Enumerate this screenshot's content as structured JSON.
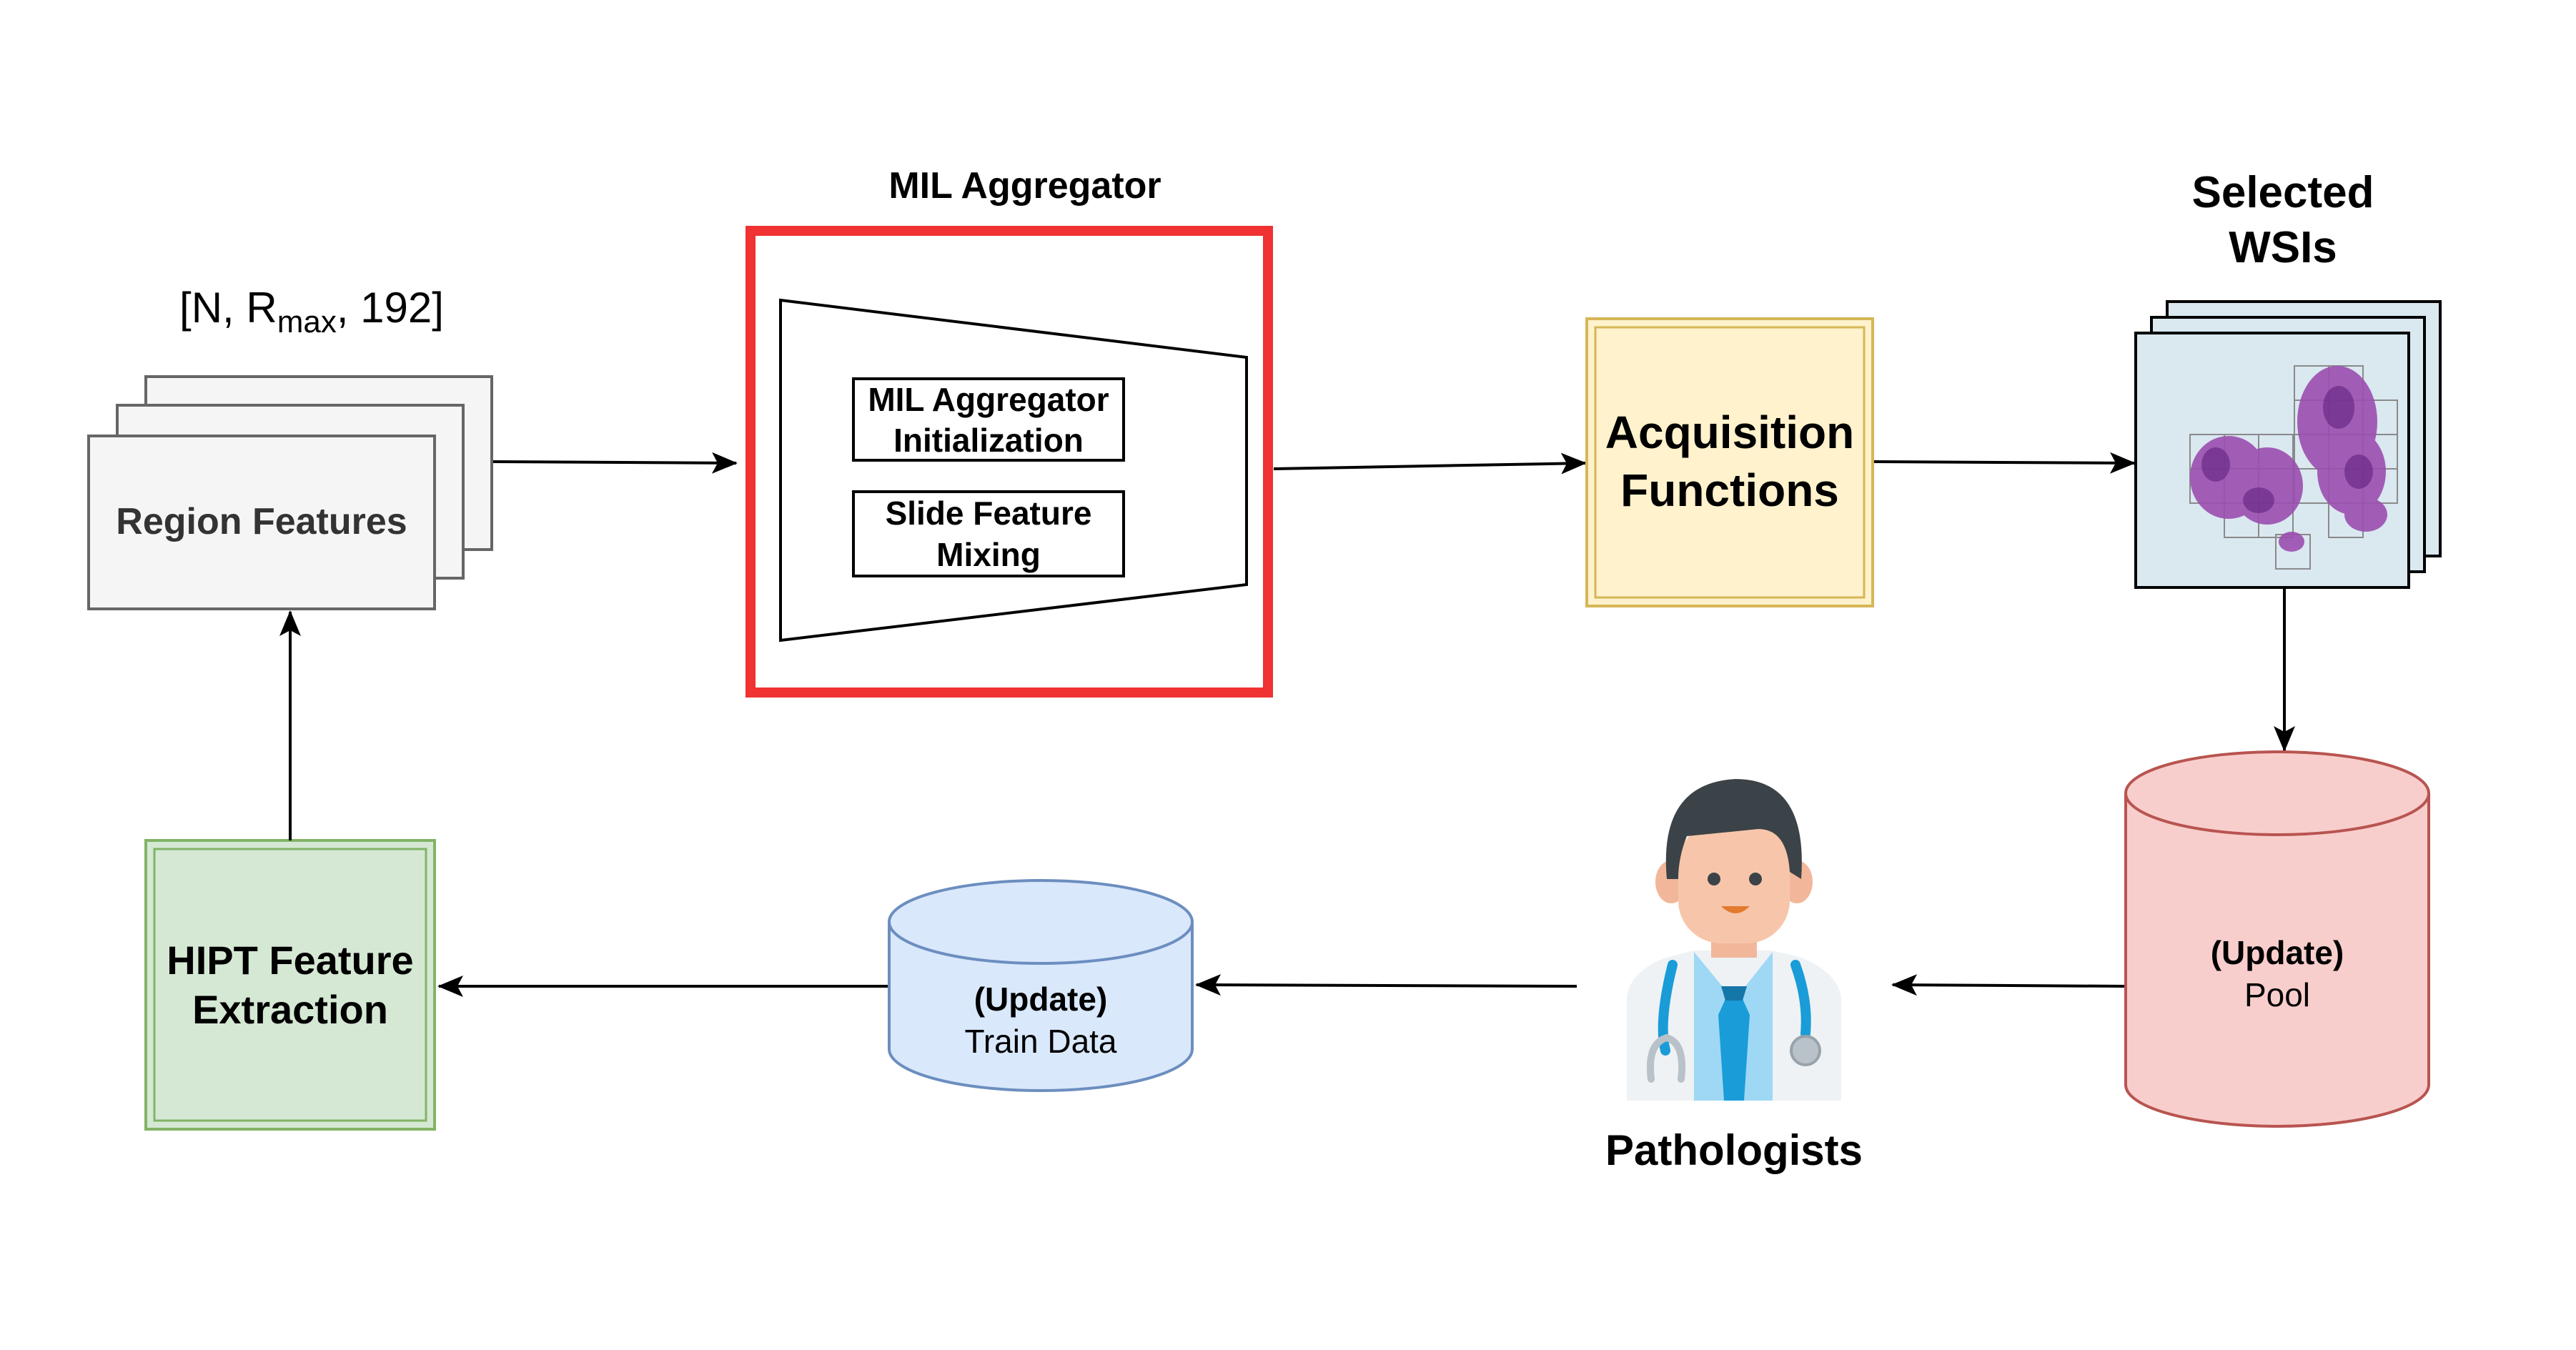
{
  "diagram": {
    "region_features": {
      "shape_label": "[N, R",
      "shape_sub": "max",
      "shape_tail": ", 192]",
      "label": "Region Features"
    },
    "mil_aggregator": {
      "title": "MIL Aggregator",
      "init_line1": "MIL Aggregator",
      "init_line2": "Initialization",
      "mix_line1": "Slide Feature",
      "mix_line2": "Mixing",
      "frame_color": "#f03232"
    },
    "acquisition": {
      "line1": "Acquisition",
      "line2": "Functions",
      "fill": "#fff2cc",
      "stroke": "#d6b656"
    },
    "selected_wsis": {
      "line1": "Selected",
      "line2": "WSIs",
      "fill": "#dae8f0"
    },
    "pool": {
      "line1": "(Update)",
      "line2": "Pool",
      "fill": "#f8cecc",
      "stroke": "#b85450"
    },
    "pathologists": {
      "label": "Pathologists"
    },
    "train_data": {
      "line1": "(Update)",
      "line2": "Train Data",
      "fill": "#dae8fc",
      "stroke": "#6c8ebf"
    },
    "hipt": {
      "line1": "HIPT Feature",
      "line2": "Extraction",
      "fill": "#d5e8d4",
      "stroke": "#82b366"
    }
  }
}
